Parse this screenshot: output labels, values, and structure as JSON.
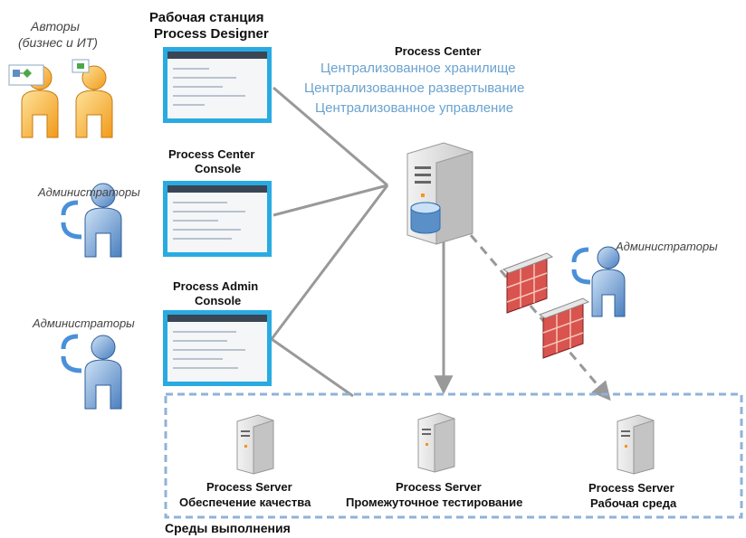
{
  "authors": {
    "line1": "Авторы",
    "line2": "(бизнес и ИТ)"
  },
  "admins_label": "Администраторы",
  "designer": {
    "line1": "Рабочая станция",
    "line2": "Process Designer"
  },
  "center": {
    "title": "Process Center",
    "features": [
      "Централизованное хранилище",
      "Централизованное развертывание",
      "Централизованное управление"
    ]
  },
  "center_console": {
    "line1": "Process Center",
    "line2": "Console"
  },
  "admin_console": {
    "line1": "Process Admin",
    "line2": "Console"
  },
  "servers": [
    {
      "name": "Process Server",
      "role": "Обеспечение качества"
    },
    {
      "name": "Process Server",
      "role": "Промежуточное тестирование"
    },
    {
      "name": "Process Server",
      "role": "Рабочая среда"
    }
  ],
  "runtime_label": "Среды выполнения",
  "colors": {
    "accent": "#29abe2",
    "feature_text": "#6aa2cf",
    "person_orange": "#f7a823",
    "person_blue": "#5b8fc7",
    "firewall": "#d9534f",
    "connector": "#999999",
    "runtime_border": "#8fb3d9"
  }
}
